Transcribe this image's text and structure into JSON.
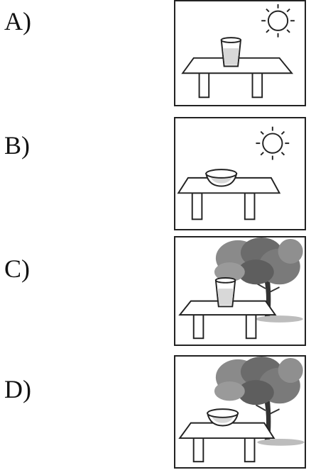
{
  "options": [
    {
      "label": "A)",
      "container": "glass",
      "environment": "sun"
    },
    {
      "label": "B)",
      "container": "bowl",
      "environment": "sun"
    },
    {
      "label": "C)",
      "container": "glass",
      "environment": "tree-shade"
    },
    {
      "label": "D)",
      "container": "bowl",
      "environment": "tree-shade"
    }
  ],
  "icons": {
    "sun": "sun-icon",
    "tree": "tree-icon",
    "table": "table-icon",
    "glass": "glass-of-water-icon",
    "bowl": "bowl-of-water-icon"
  },
  "colors": {
    "ink": "#222222",
    "foliage": "#6b6b6b",
    "water": "#d8d8d8"
  }
}
